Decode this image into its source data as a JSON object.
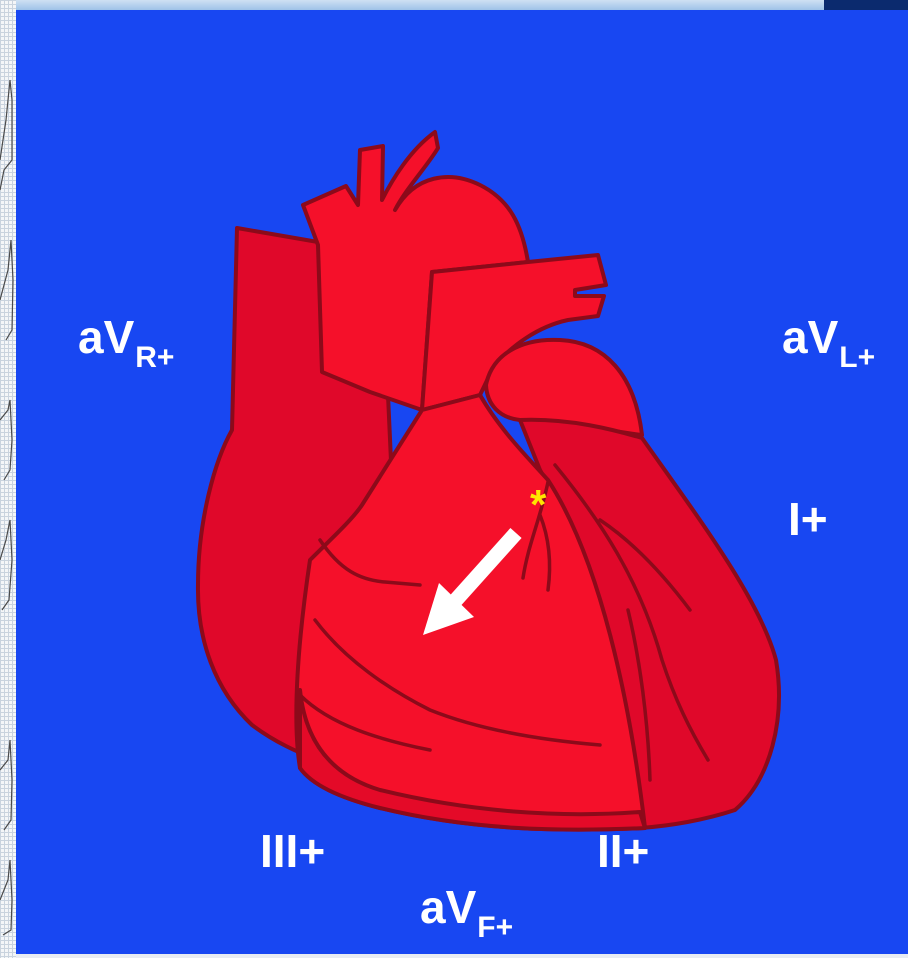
{
  "leads": {
    "avr": {
      "main": "aV",
      "sub": "R+"
    },
    "avl": {
      "main": "aV",
      "sub": "L+"
    },
    "lead_i": {
      "main": "I+"
    },
    "lead_ii": {
      "main": "II+"
    },
    "lead_iii": {
      "main": "III+"
    },
    "avf": {
      "main": "aV",
      "sub": "F+"
    }
  },
  "marker": {
    "symbol": "*"
  },
  "colors": {
    "background": "#1847f2",
    "heart": "#f5102a",
    "heart_outline": "#8c0a1a",
    "label": "#ffffff",
    "marker": "#ffe600",
    "arrow": "#ffffff"
  },
  "icons": {
    "heart": "heart-illustration",
    "arrow": "depolarization-arrow",
    "marker": "sa-node-marker"
  }
}
